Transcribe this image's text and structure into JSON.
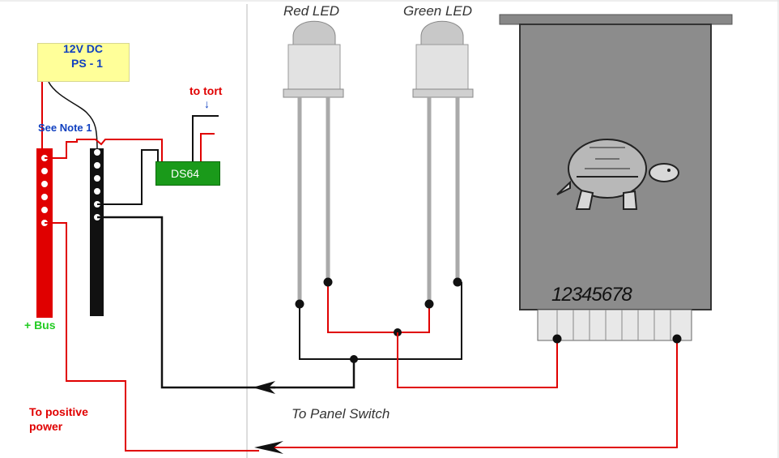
{
  "power_supply": {
    "title": "12V DC",
    "subtitle": "PS - 1"
  },
  "note": "See Note 1",
  "to_tort": "to tort",
  "to_tort_arrow": "↓",
  "ds64": "DS64",
  "bus_label": "+ Bus",
  "to_positive_power": "To positive\npower",
  "red_led": "Red LED",
  "green_led": "Green LED",
  "panel_switch": "To Panel Switch",
  "tortoise_pins": "12345678",
  "colors": {
    "wire_red": "#e00000",
    "wire_black": "#111111",
    "tortoise_body": "#8c8c8c",
    "ds64_green": "#1a9a1a",
    "ps_yellow": "#ffff99"
  }
}
